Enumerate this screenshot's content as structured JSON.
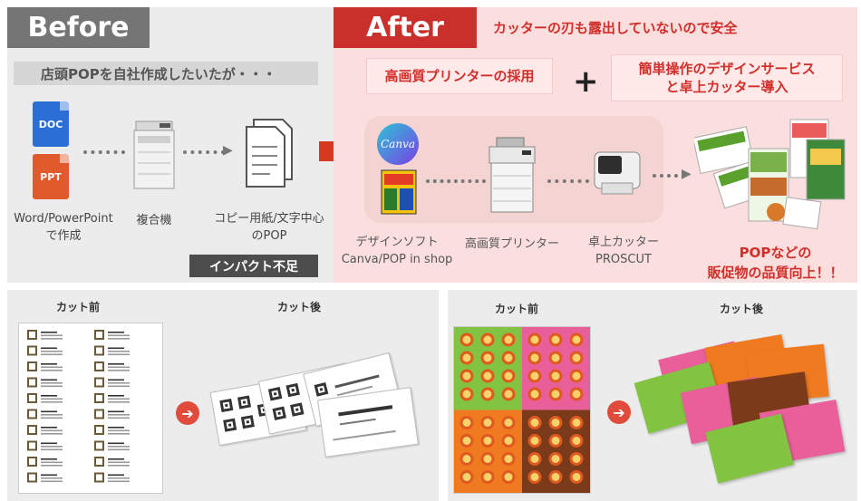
{
  "before": {
    "tag": "Before",
    "heading": "店頭POPを自社作成したいたが・・・",
    "doc_icon_label": "DOC",
    "ppt_icon_label": "PPT",
    "step1_label_line1": "Word/PowerPoint",
    "step1_label_line2": "で作成",
    "step2_label": "複合機",
    "step3_label_line1": "コピー用紙/文字中心",
    "step3_label_line2": "のPOP",
    "problem_badge": "インパクト不足"
  },
  "after": {
    "tag": "After",
    "safety_note": "カッターの刃も露出していないので安全",
    "card1": "高画質プリンターの採用",
    "plus": "+",
    "card2_line1": "簡単操作のデザインサービス",
    "card2_line2": "と卓上カッター導入",
    "canva_logo": "Canva",
    "step1_label_line1": "デザインソフト",
    "step1_label_line2": "Canva/POP in shop",
    "step2_label": "高画質プリンター",
    "step3_label_line1": "卓上カッター",
    "step3_label_line2": "PROSCUT",
    "result_line1": "POPなどの",
    "result_line2": "販促物の品質向上！！"
  },
  "bottom_left": {
    "before_label": "カット前",
    "after_label": "カット後",
    "arrow": "➔"
  },
  "bottom_right": {
    "before_label": "カット前",
    "after_label": "カット後",
    "arrow": "➔"
  },
  "colors": {
    "accent_red": "#c9302c",
    "before_gray": "#757575",
    "after_pink": "#fbdede",
    "doc_blue": "#2b6fd6",
    "ppt_orange": "#e05a2b"
  }
}
